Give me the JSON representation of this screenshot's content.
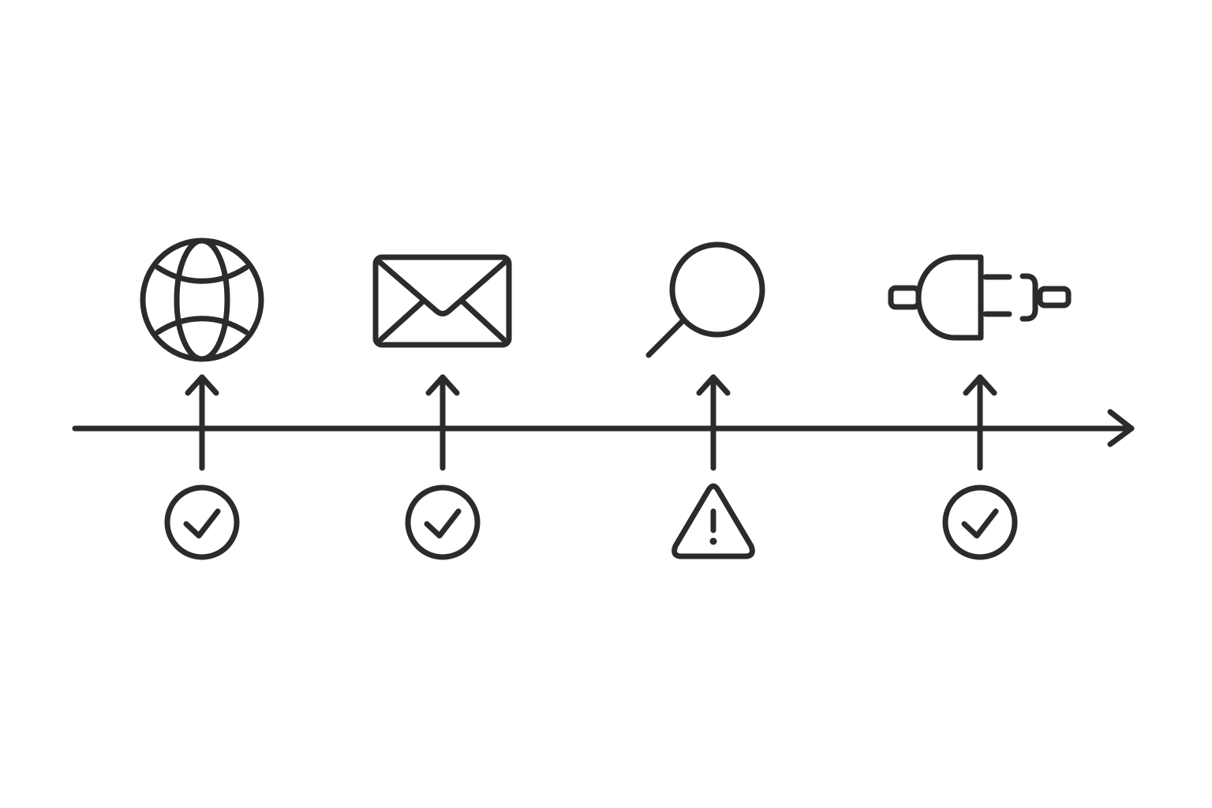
{
  "colors": {
    "stroke": "#2b2b29",
    "background": "#ffffff"
  },
  "timeline": {
    "direction": "left-to-right",
    "steps": [
      {
        "icon": "globe-icon",
        "status": "success",
        "status_icon": "check-circle-icon"
      },
      {
        "icon": "envelope-icon",
        "status": "success",
        "status_icon": "check-circle-icon"
      },
      {
        "icon": "magnifier-icon",
        "status": "warning",
        "status_icon": "warning-triangle-icon"
      },
      {
        "icon": "plug-icon",
        "status": "success",
        "status_icon": "check-circle-icon"
      }
    ]
  }
}
